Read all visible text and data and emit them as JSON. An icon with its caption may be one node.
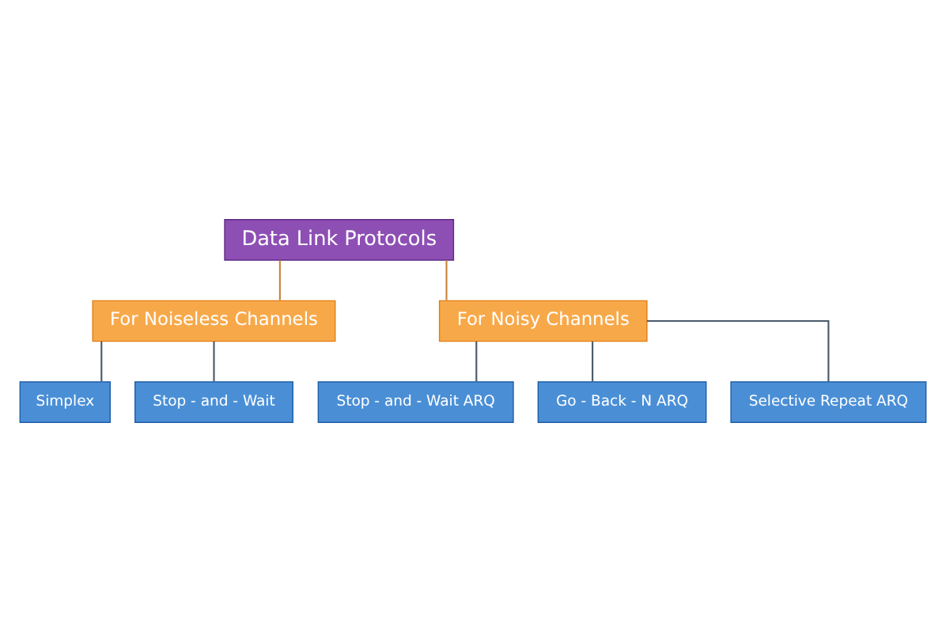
{
  "diagram": {
    "nodes": [
      {
        "text": [
          "Data Link Protocols"
        ]
      },
      {
        "text": [
          "For Noiseless Channels"
        ]
      },
      {
        "text": [
          "For Noisy Channels"
        ]
      },
      {
        "text": [
          "Simplex"
        ]
      },
      {
        "text": [
          "Stop - and - Wait"
        ]
      },
      {
        "text": [
          "Stop - and - Wait ARQ"
        ]
      },
      {
        "text": [
          "Go - Back - N ARQ"
        ]
      },
      {
        "text": [
          "Selective Repeat ARQ"
        ]
      }
    ],
    "edges": [
      {
        "from": 0,
        "to": 1,
        "arrow": "none",
        "color": "#c8843a"
      },
      {
        "from": 0,
        "to": 2,
        "arrow": "none",
        "color": "#c8843a"
      },
      {
        "from": 1,
        "to": 3,
        "arrow": "none"
      },
      {
        "from": 1,
        "to": 4,
        "arrow": "none"
      },
      {
        "from": 2,
        "to": 5,
        "arrow": "none"
      },
      {
        "from": 2,
        "to": 6,
        "arrow": "none"
      },
      {
        "from": 2,
        "to": 7,
        "arrow": "none"
      }
    ]
  }
}
